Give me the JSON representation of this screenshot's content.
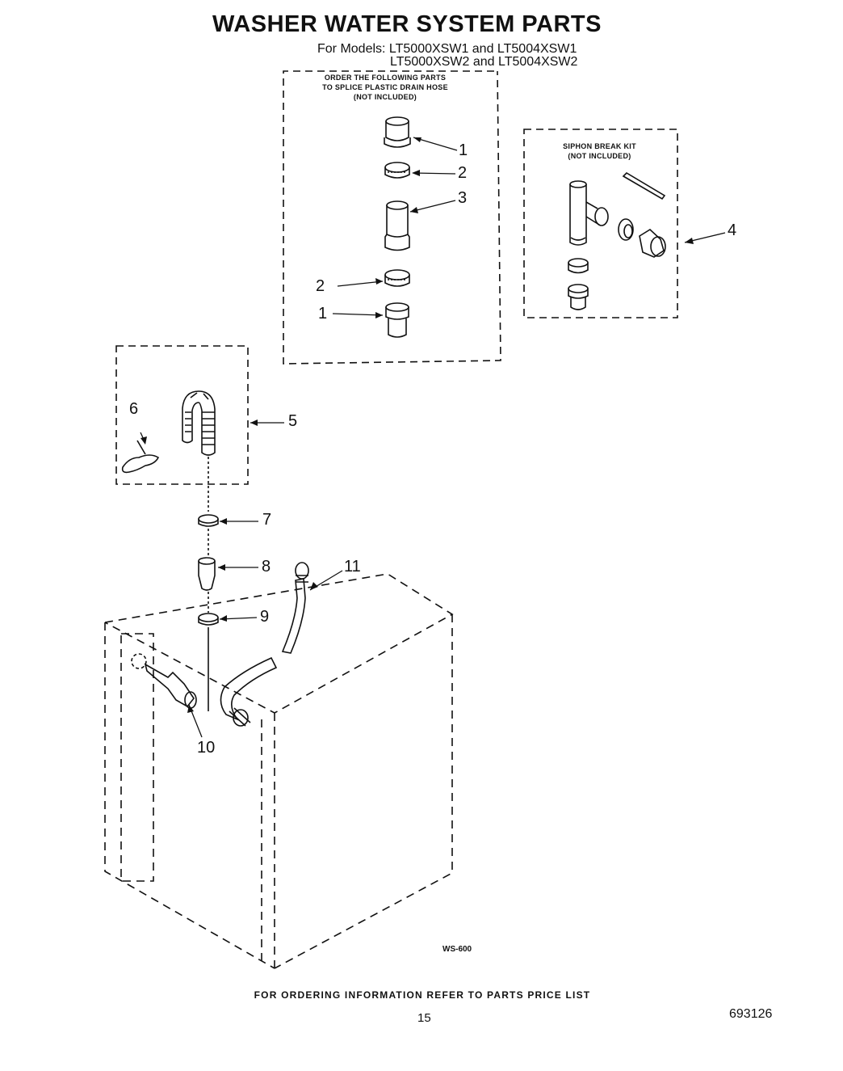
{
  "header": {
    "title": "WASHER WATER SYSTEM PARTS",
    "models_line1": "For Models: LT5000XSW1 and LT5004XSW1",
    "models_line2": "LT5000XSW2 and LT5004XSW2"
  },
  "splice_box": {
    "note_line1": "ORDER THE FOLLOWING PARTS",
    "note_line2": "TO SPLICE PLASTIC DRAIN HOSE",
    "note_line3": "(NOT INCLUDED)"
  },
  "siphon_box": {
    "note_line1": "SIPHON BREAK KIT",
    "note_line2": "(NOT INCLUDED)"
  },
  "callouts": {
    "c1_top": "1",
    "c2_top": "2",
    "c3": "3",
    "c2_bottom": "2",
    "c1_bottom": "1",
    "c4": "4",
    "c5": "5",
    "c6": "6",
    "c7": "7",
    "c8": "8",
    "c9": "9",
    "c10": "10",
    "c11": "11"
  },
  "footer": {
    "diagram_code": "WS-600",
    "order_info": "FOR ORDERING INFORMATION REFER TO PARTS PRICE LIST",
    "page_number": "15",
    "doc_number": "693126"
  }
}
